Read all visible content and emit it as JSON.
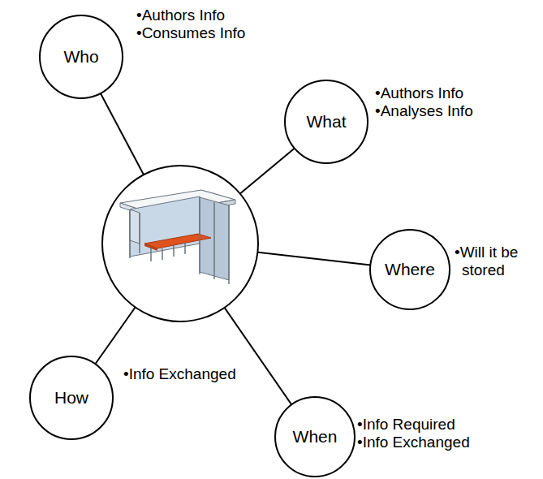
{
  "diagram": {
    "nodes": [
      {
        "text": [
          "Who",
          "•Authors Info",
          "•Consumes Info"
        ]
      },
      {
        "text": [
          "What",
          "•Authors Info",
          "•Analyses Info"
        ]
      },
      {
        "text": [
          "Where",
          "•Will it be stored"
        ]
      },
      {
        "text": [
          "How",
          "•Info Exchanged"
        ]
      },
      {
        "text": [
          "When",
          "•Info Required",
          "•Info Exchanged"
        ]
      }
    ]
  }
}
